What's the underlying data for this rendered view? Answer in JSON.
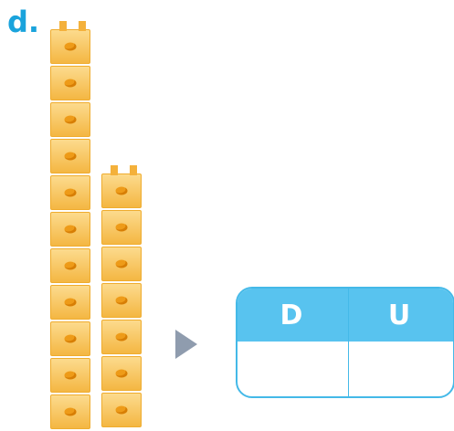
{
  "title": {
    "label": "d."
  },
  "towers": {
    "left": {
      "cube_count": 11
    },
    "right": {
      "cube_count": 7
    }
  },
  "table": {
    "headers": [
      "D",
      "U"
    ]
  },
  "colors": {
    "accent": "#1aa3dc",
    "cube": "#f4b743",
    "cube_dot": "#ee9b18",
    "table_header": "#58c3ef",
    "arrow": "#8f9cae"
  },
  "icons": {
    "arrow": "play-arrow-icon"
  }
}
